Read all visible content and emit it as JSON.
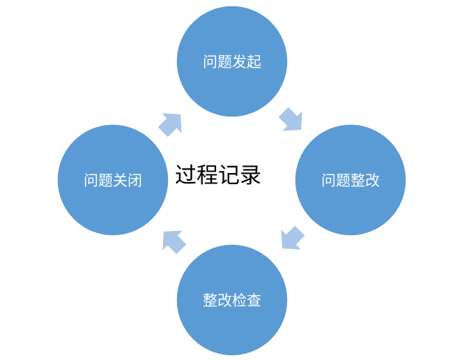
{
  "center_label": "过程记录",
  "nodes": [
    {
      "label": "问题发起"
    },
    {
      "label": "问题整改"
    },
    {
      "label": "整改检查"
    },
    {
      "label": "问题关闭"
    }
  ],
  "colors": {
    "node_fill": "#5b9bd5",
    "node_stroke": "#ffffff",
    "arrow_fill": "#a9c5e8"
  }
}
